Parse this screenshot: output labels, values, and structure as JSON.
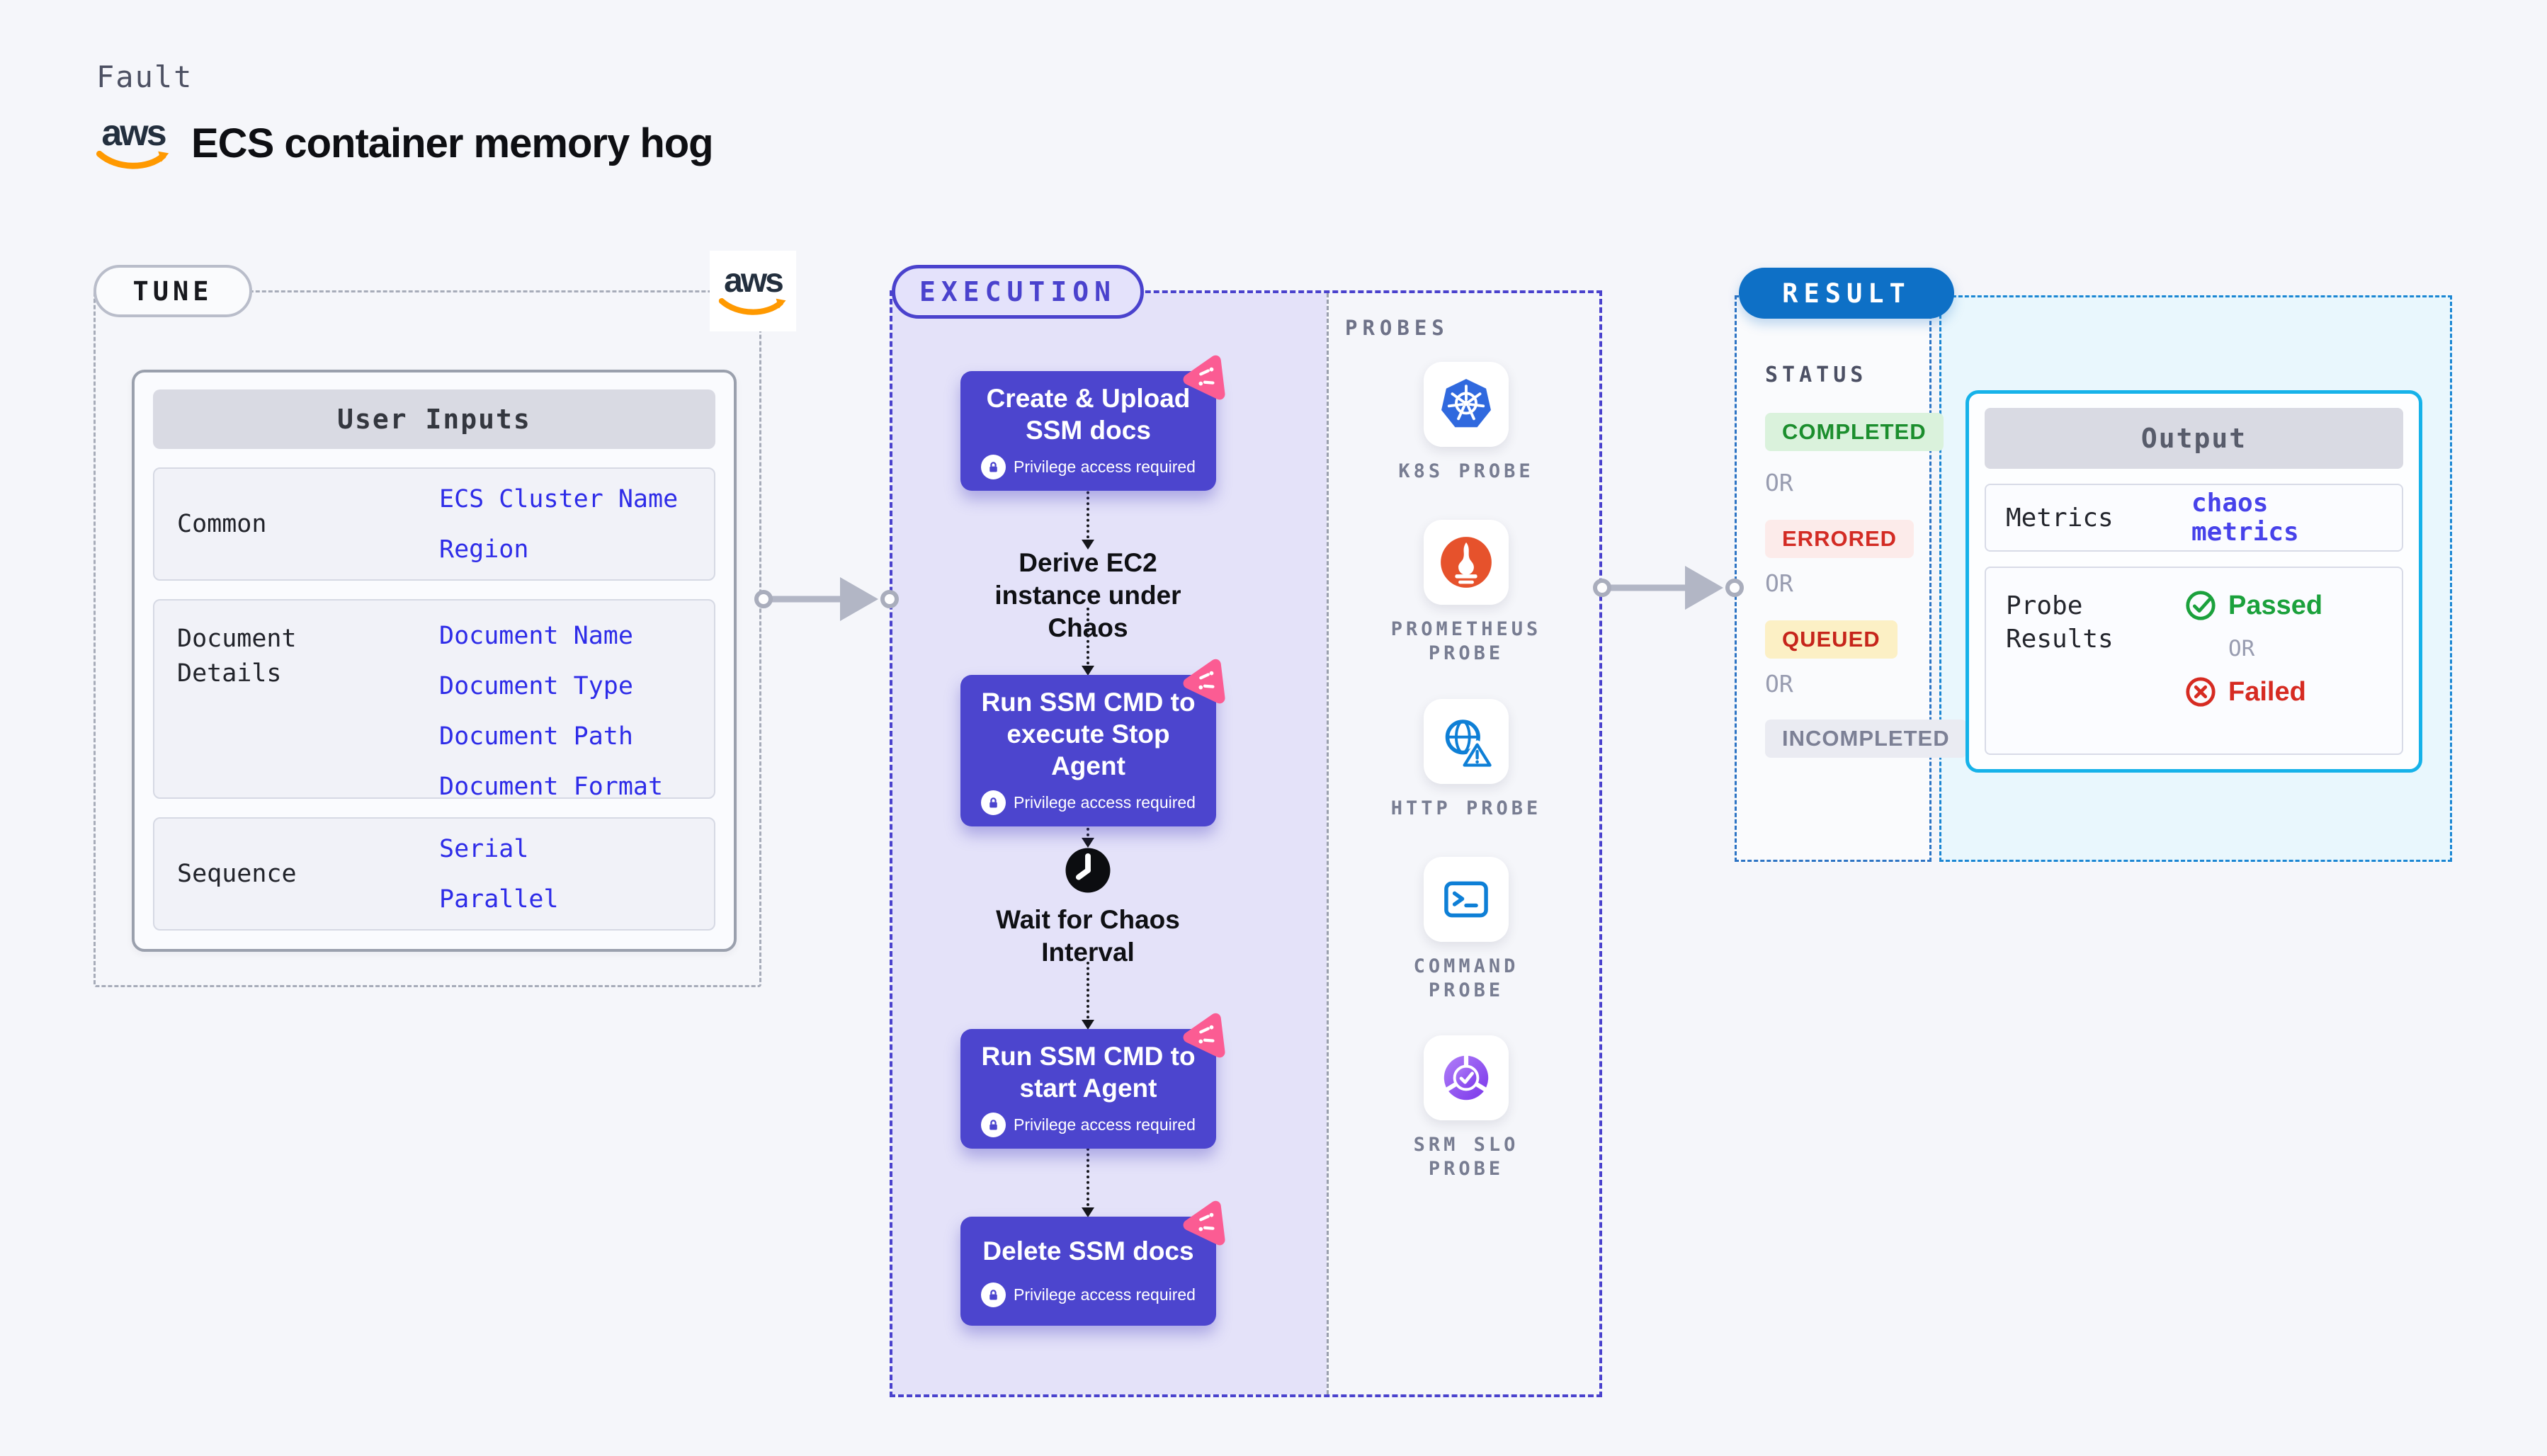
{
  "header": {
    "eyebrow": "Fault",
    "title": "ECS container memory hog"
  },
  "aws_logo": {
    "text": "aws"
  },
  "tune": {
    "tag": "TUNE",
    "table": {
      "header": "User Inputs",
      "rows": [
        {
          "label": "Common",
          "values": [
            "ECS Cluster Name",
            "Region"
          ]
        },
        {
          "label": "Document Details",
          "values": [
            "Document Name",
            "Document Type",
            "Document Path",
            "Document Format"
          ]
        },
        {
          "label": "Sequence",
          "values": [
            "Serial",
            "Parallel"
          ]
        }
      ]
    }
  },
  "execution": {
    "tag": "EXECUTION",
    "steps": [
      {
        "type": "card",
        "title": "Create & Upload SSM docs",
        "badge": "Privilege access required"
      },
      {
        "type": "note",
        "text": "Derive EC2 instance under Chaos"
      },
      {
        "type": "card",
        "title": "Run SSM CMD to execute Stop Agent",
        "badge": "Privilege access required"
      },
      {
        "type": "wait",
        "text": "Wait for Chaos Interval"
      },
      {
        "type": "card",
        "title": "Run SSM CMD to start Agent",
        "badge": "Privilege access required"
      },
      {
        "type": "card",
        "title": "Delete SSM docs",
        "badge": "Privilege access required"
      }
    ]
  },
  "probes": {
    "label": "PROBES",
    "items": [
      {
        "icon": "kubernetes-icon",
        "label": "K8S PROBE"
      },
      {
        "icon": "prometheus-icon",
        "label": "PROMETHEUS PROBE"
      },
      {
        "icon": "http-globe-warning-icon",
        "label": "HTTP PROBE"
      },
      {
        "icon": "terminal-icon",
        "label": "COMMAND PROBE"
      },
      {
        "icon": "slo-donut-check-icon",
        "label": "SRM SLO PROBE"
      }
    ]
  },
  "result": {
    "tag": "RESULT",
    "status": {
      "label": "STATUS",
      "separator": "OR",
      "badges": [
        {
          "label": "COMPLETED"
        },
        {
          "label": "ERRORED"
        },
        {
          "label": "QUEUED"
        },
        {
          "label": "INCOMPLETED"
        }
      ]
    },
    "output": {
      "header": "Output",
      "metrics_label": "Metrics",
      "metrics_value": "chaos metrics",
      "probe_label": "Probe Results",
      "passed": "Passed",
      "or": "OR",
      "failed": "Failed"
    }
  },
  "colors": {
    "canvas_bg": "#f5f6fa",
    "indigo_accent": "#4a42cd",
    "card_purple": "#4c45ce",
    "lavender_fill": "#e4e2f9",
    "chaos_pink": "#fb5c93",
    "aws_orange": "#ff9900",
    "aws_navy": "#232f3e",
    "value_blue": "#2e2ce8",
    "result_blue": "#0e70c6",
    "cyan_border": "#16b2e9",
    "cyan_fill": "#e9f7fd",
    "completed_green": "#1b8e2d",
    "errored_red": "#d32b24",
    "queued_red": "#c6251b",
    "queued_bg": "#fcf0c5",
    "incompleted_gray": "#7c8095",
    "passed_green": "#1ba13c",
    "failed_red": "#d62b22",
    "kubernetes_blue": "#3069de",
    "prometheus_orange": "#e6522c",
    "http_blue": "#0e7fd6",
    "srm_purple": "#8b46ee",
    "arrow_gray": "#b2b6c5"
  }
}
